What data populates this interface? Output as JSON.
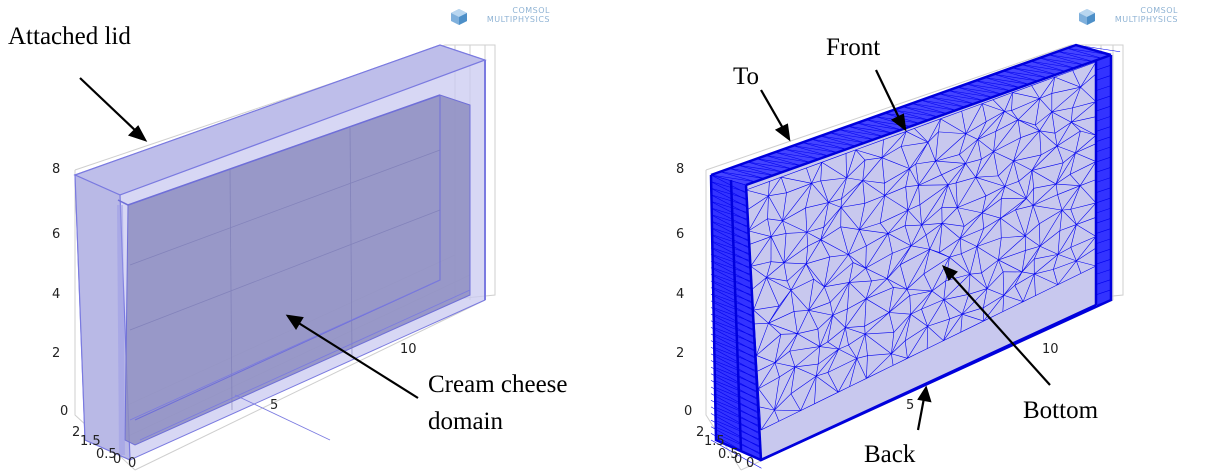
{
  "logo": {
    "line1": "COMSOL",
    "line2": "MULTIPHYSICS"
  },
  "left_panel": {
    "labels": {
      "attached_lid": "Attached lid",
      "cream_cheese_line1": "Cream cheese",
      "cream_cheese_line2": "domain"
    },
    "z_ticks": [
      "8",
      "6",
      "4",
      "2",
      "0"
    ],
    "y_ticks": [
      "2",
      "1.5",
      "0.5",
      "0"
    ],
    "x_ticks": [
      "0",
      "5",
      "10"
    ],
    "colors": {
      "fill": "#c9c9f0",
      "inner": "#8d8dbf",
      "edge": "#6f6fd8"
    }
  },
  "right_panel": {
    "labels": {
      "to": "To",
      "front": "Front",
      "bottom": "Bottom",
      "back": "Back"
    },
    "z_ticks": [
      "8",
      "6",
      "4",
      "2",
      "0"
    ],
    "y_ticks": [
      "2",
      "1.5",
      "0.5",
      "0"
    ],
    "x_ticks": [
      "0",
      "5",
      "10"
    ],
    "colors": {
      "mesh": "#0000ee",
      "face": "#c8c8ee"
    }
  }
}
